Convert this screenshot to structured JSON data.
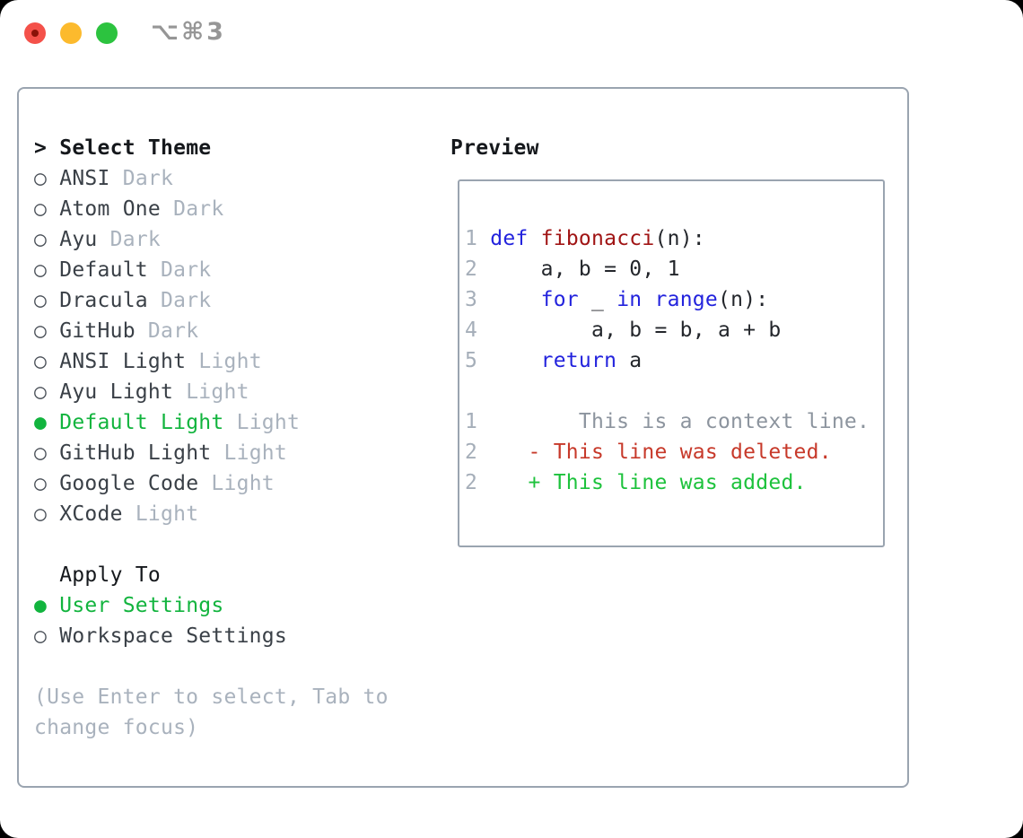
{
  "window": {
    "title": "⌥⌘3"
  },
  "titlebar_icons": [
    "close-button",
    "minimize-button",
    "zoom-button"
  ],
  "colors": {
    "red-light": "#f4514a",
    "yellow-light": "#fcba2d",
    "green-light": "#2cc33f",
    "title-gray": "#969696",
    "border": "#9aa4b0",
    "ink": "#15181c",
    "name": "#3a4047",
    "muted": "#a9b2bd",
    "green": "#12b43e",
    "blue": "#2323dd",
    "darkred": "#a01414",
    "codeink": "#23262b",
    "ln": "#a5aeb9",
    "ctx": "#8c949e",
    "delred": "#c7392a",
    "addgreen": "#1dc23c"
  },
  "sidebar": {
    "prompt": ">",
    "title": "Select Theme",
    "bullets": {
      "unselected": "○",
      "selected": "●"
    },
    "themes": [
      {
        "name": "ANSI",
        "variant": "Dark",
        "selected": false
      },
      {
        "name": "Atom One",
        "variant": "Dark",
        "selected": false
      },
      {
        "name": "Ayu",
        "variant": "Dark",
        "selected": false
      },
      {
        "name": "Default",
        "variant": "Dark",
        "selected": false
      },
      {
        "name": "Dracula",
        "variant": "Dark",
        "selected": false
      },
      {
        "name": "GitHub",
        "variant": "Dark",
        "selected": false
      },
      {
        "name": "ANSI Light",
        "variant": "Light",
        "selected": false
      },
      {
        "name": "Ayu Light",
        "variant": "Light",
        "selected": false
      },
      {
        "name": "Default Light",
        "variant": "Light",
        "selected": true
      },
      {
        "name": "GitHub Light",
        "variant": "Light",
        "selected": false
      },
      {
        "name": "Google Code",
        "variant": "Light",
        "selected": false
      },
      {
        "name": "XCode",
        "variant": "Light",
        "selected": false
      }
    ],
    "apply_to": {
      "title": "Apply To",
      "options": [
        {
          "label": "User Settings",
          "selected": true
        },
        {
          "label": "Workspace Settings",
          "selected": false
        }
      ]
    },
    "help_lines": [
      "(Use Enter to select, Tab to",
      "change focus)"
    ]
  },
  "preview": {
    "title": "Preview",
    "lines": [
      {
        "kind": "blank"
      },
      {
        "kind": "code",
        "num": "1",
        "tokens": [
          {
            "t": " "
          },
          {
            "t": "def",
            "c": "kw"
          },
          {
            "t": " "
          },
          {
            "t": "fibonacci",
            "c": "fn"
          },
          {
            "t": "(n):"
          }
        ]
      },
      {
        "kind": "code",
        "num": "2",
        "tokens": [
          {
            "t": "     a, b = 0, 1"
          }
        ]
      },
      {
        "kind": "code",
        "num": "3",
        "tokens": [
          {
            "t": "     "
          },
          {
            "t": "for",
            "c": "kw"
          },
          {
            "t": " _ "
          },
          {
            "t": "in",
            "c": "kw"
          },
          {
            "t": " "
          },
          {
            "t": "range",
            "c": "kw"
          },
          {
            "t": "(n):"
          }
        ]
      },
      {
        "kind": "code",
        "num": "4",
        "tokens": [
          {
            "t": "         a, b = b, a + b"
          }
        ]
      },
      {
        "kind": "code",
        "num": "5",
        "tokens": [
          {
            "t": "     "
          },
          {
            "t": "return",
            "c": "kw"
          },
          {
            "t": " a"
          }
        ]
      },
      {
        "kind": "blank"
      },
      {
        "kind": "context",
        "num": "1",
        "text": "        This is a context line."
      },
      {
        "kind": "deleted",
        "num": "2",
        "text": "    - This line was deleted."
      },
      {
        "kind": "added",
        "num": "2",
        "text": "    + This line was added."
      },
      {
        "kind": "blank"
      }
    ]
  }
}
